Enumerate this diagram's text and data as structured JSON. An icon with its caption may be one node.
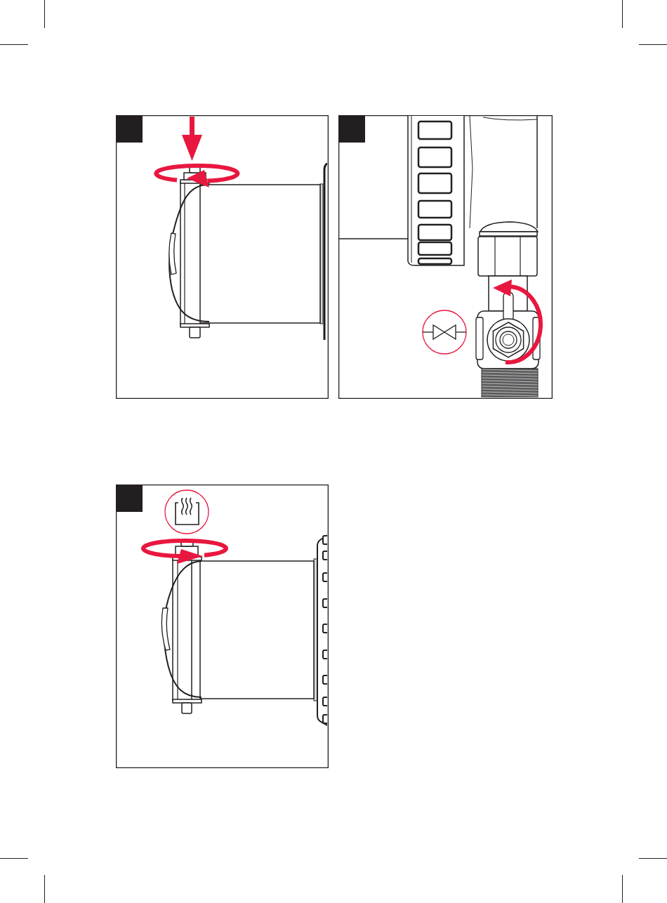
{
  "diagram": {
    "nodes": [
      {
        "text": [],
        "shape": "box"
      },
      {
        "text": [],
        "shape": "box"
      },
      {
        "text": [],
        "shape": "circle",
        "in": 1
      },
      {
        "text": [],
        "shape": "box"
      },
      {
        "text": [],
        "shape": "circle",
        "in": 3
      }
    ]
  }
}
